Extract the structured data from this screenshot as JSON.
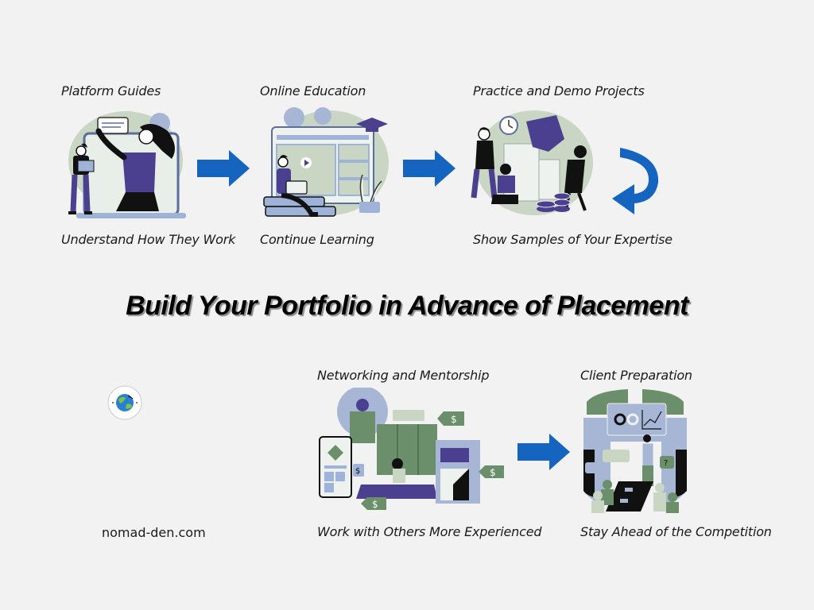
{
  "title": "Build Your Portfolio in Advance of Placement",
  "website": "nomad-den.com",
  "logo": {
    "icon": "globe-logo-icon"
  },
  "colors": {
    "background": "#f2f2f2",
    "arrow": "#1565c0",
    "sage": "#c9d6c3",
    "purple": "#4b3f8f",
    "blue_gray": "#9fb3d8",
    "green": "#6b8f6b"
  },
  "steps": [
    {
      "heading": "Platform Guides",
      "subtitle": "Understand How They Work",
      "icon": "video-call-illustration"
    },
    {
      "heading": "Online Education",
      "subtitle": "Continue Learning",
      "icon": "online-course-illustration"
    },
    {
      "heading": "Practice and Demo Projects",
      "subtitle": "Show Samples of Your Expertise",
      "icon": "puzzle-team-illustration"
    },
    {
      "heading": "Networking and Mentorship",
      "subtitle": "Work with Others More Experienced",
      "icon": "networking-illustration"
    },
    {
      "heading": "Client Preparation",
      "subtitle": "Stay Ahead of the Competition",
      "icon": "presentation-illustration"
    }
  ],
  "connectors": [
    {
      "from": 1,
      "to": 2,
      "icon": "right-arrow-icon"
    },
    {
      "from": 2,
      "to": 3,
      "icon": "right-arrow-icon"
    },
    {
      "from": 3,
      "to": 4,
      "icon": "curved-return-arrow-icon"
    },
    {
      "from": 4,
      "to": 5,
      "icon": "right-arrow-icon"
    }
  ]
}
